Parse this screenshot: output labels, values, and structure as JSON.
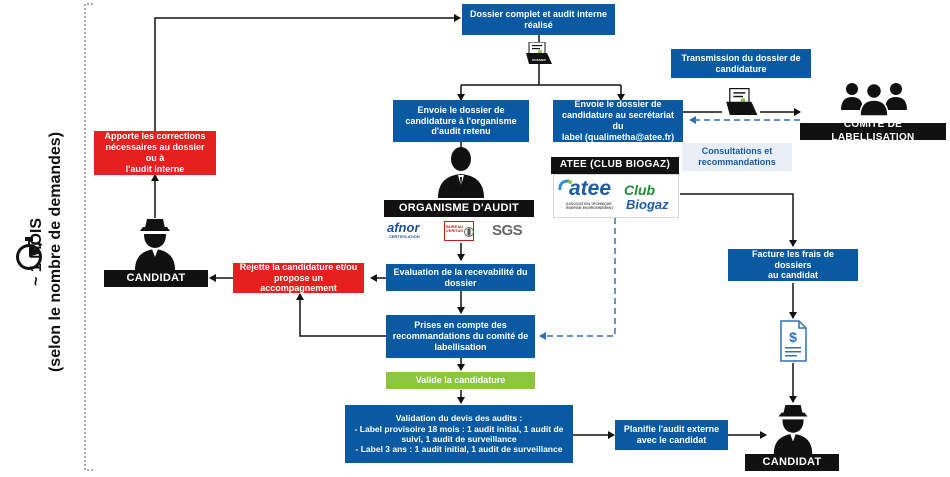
{
  "side": {
    "line1": "~ 1 MOIS",
    "line2": "(selon le nombre de demandes)"
  },
  "nodes": {
    "dossier_complet": "Dossier complet et audit interne\nréalisé",
    "envoie_audit": "Envoie le dossier de\ncandidature à l'organisme\nd'audit retenu",
    "envoie_secretariat": "Envoie le dossier de\ncandidature au secrétariat du\nlabel (qualimetha@atee.fr)",
    "transmission": "Transmission du dossier de\ncandidature",
    "comite": "COMITE DE LABELLISATION",
    "consultations": "Consultations et\nrecommandations",
    "atee_club": "ATEE (CLUB BIOGAZ)",
    "organisme": "ORGANISME D'AUDIT",
    "apporte": "Apporte les corrections\nnécessaires au dossier ou à\nl'audit interne",
    "candidat_left": "CANDIDAT",
    "rejette": "Rejette la candidature et/ou\npropose un accompagnement",
    "evaluation": "Evaluation de la recevabilité du\ndossier",
    "prises": "Prises en compte des\nrecommandations du comité de\nlabellisation",
    "valide": "Valide la candidature",
    "validation_devis": "Validation du devis des audits :\n- Label provisoire 18 mois : 1 audit initial, 1 audit de\nsuivi, 1 audit de surveillance\n- Label 3 ans : 1 audit initial, 1 audit de surveillance",
    "planifie": "Planifie l'audit externe\navec le candidat",
    "candidat_right": "CANDIDAT",
    "facture": "Facture les frais de dossiers\nau candidat"
  },
  "icons": {
    "doc_label_1": "DOSSIER\nCANDIDATURE",
    "doc_label_2": "DOSSIER\nCANDIDATURE",
    "invoice_label": "FACTURE\nFRAIS"
  },
  "logos": {
    "afnor": "afnor",
    "afnor_sub": "CERTIFICATION",
    "bureau": "BUREAU\nVERITAS",
    "sgs": "SGS",
    "atee": "atee",
    "atee_sub": "ASSOCIATION TECHNIQUE\nÉNERGIE ENVIRONNEMENT",
    "club": "Club",
    "biogaz": "Biogaz"
  },
  "colors": {
    "blue": "#0a5aa3",
    "red": "#e61f1f",
    "green": "#8cc63f",
    "black": "#111111",
    "dashed": "#2f6fb5"
  }
}
